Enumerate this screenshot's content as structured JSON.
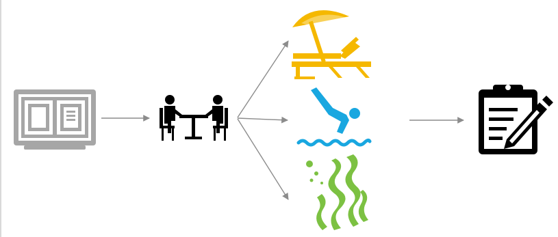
{
  "diagram": {
    "nodes": [
      {
        "id": "book",
        "icon": "open-book-icon",
        "color": "#a6a6a6"
      },
      {
        "id": "meeting",
        "icon": "meeting-table-icon",
        "color": "#000000"
      },
      {
        "id": "beach",
        "icon": "beach-lounger-umbrella-icon",
        "color": "#f5b800"
      },
      {
        "id": "diving",
        "icon": "diving-swimmer-icon",
        "color": "#19a7e0"
      },
      {
        "id": "seaweed",
        "icon": "seaweed-icon",
        "color": "#7cc142"
      },
      {
        "id": "report",
        "icon": "clipboard-pencil-icon",
        "color": "#000000"
      }
    ],
    "edges": [
      {
        "from": "book",
        "to": "meeting"
      },
      {
        "from": "meeting",
        "to": "beach"
      },
      {
        "from": "meeting",
        "to": "diving"
      },
      {
        "from": "meeting",
        "to": "seaweed"
      },
      {
        "from": "diving",
        "to": "report"
      }
    ],
    "arrow_color": "#8c8c8c"
  }
}
